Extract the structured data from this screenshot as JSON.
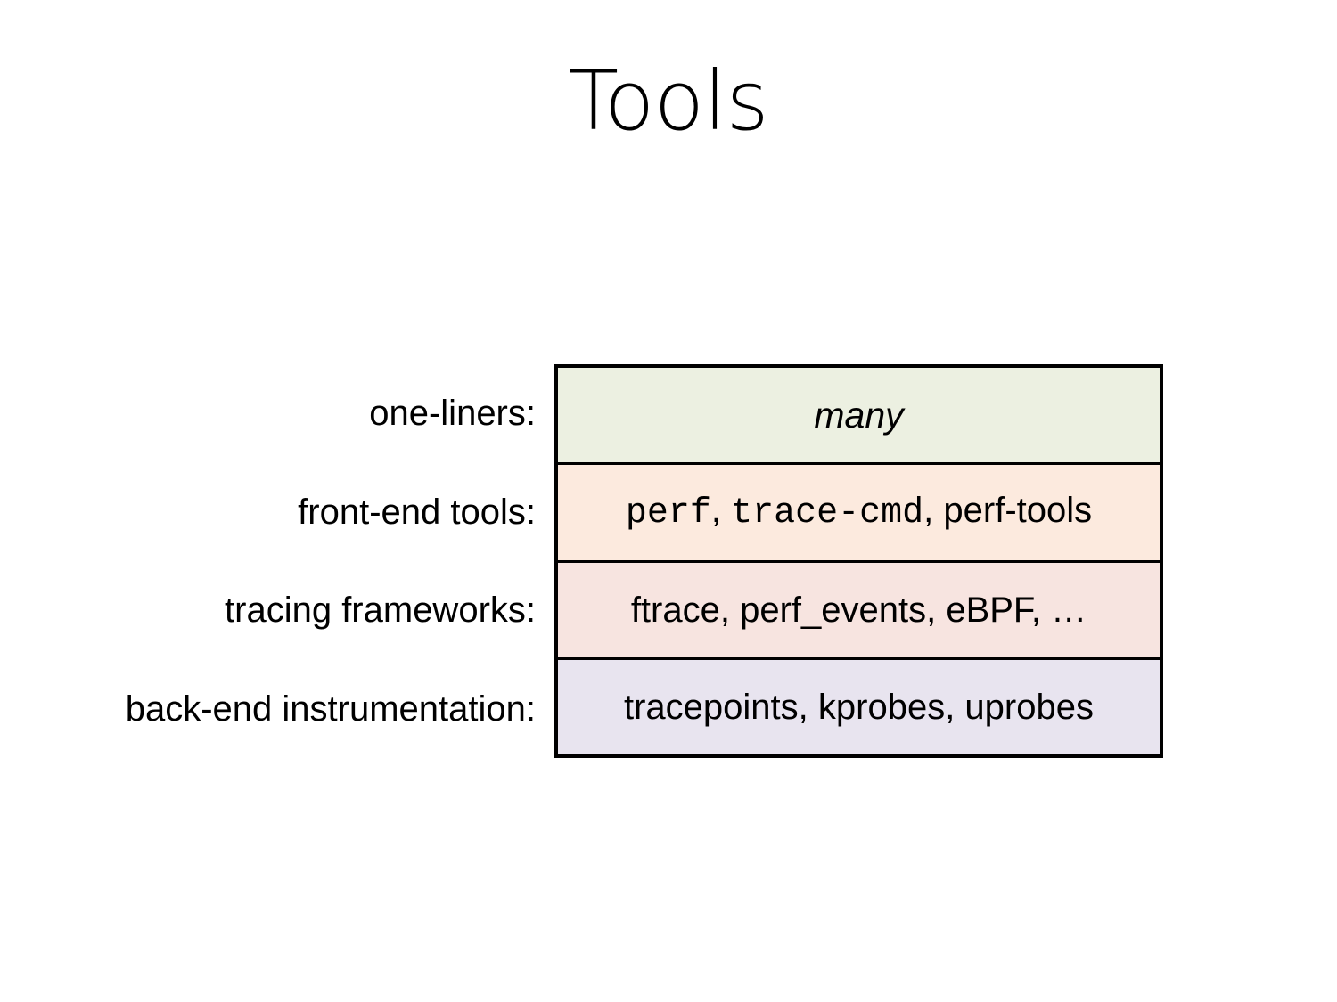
{
  "slide": {
    "title": "Tools",
    "background_color": "#ffffff",
    "text_color": "#000000"
  },
  "diagram": {
    "type": "stacked-layer-table",
    "border_color": "#000000",
    "rows": [
      {
        "label": "one-liners:",
        "value": "many",
        "value_style": "italic",
        "fill_color": "#ecf0e1"
      },
      {
        "label": "front-end tools:",
        "value": "perf, trace-cmd, perf-tools",
        "value_parts": [
          {
            "text": "perf",
            "style": "mono"
          },
          {
            "text": ", ",
            "style": "sans"
          },
          {
            "text": "trace-cmd",
            "style": "mono"
          },
          {
            "text": ", ",
            "style": "sans"
          },
          {
            "text": "perf-tools",
            "style": "sans"
          }
        ],
        "fill_color": "#fceade"
      },
      {
        "label": "tracing frameworks:",
        "value": "ftrace, perf_events, eBPF, …",
        "fill_color": "#f7e4e0"
      },
      {
        "label": "back-end instrumentation:",
        "value": "tracepoints, kprobes, uprobes",
        "fill_color": "#e8e4ef"
      }
    ]
  }
}
